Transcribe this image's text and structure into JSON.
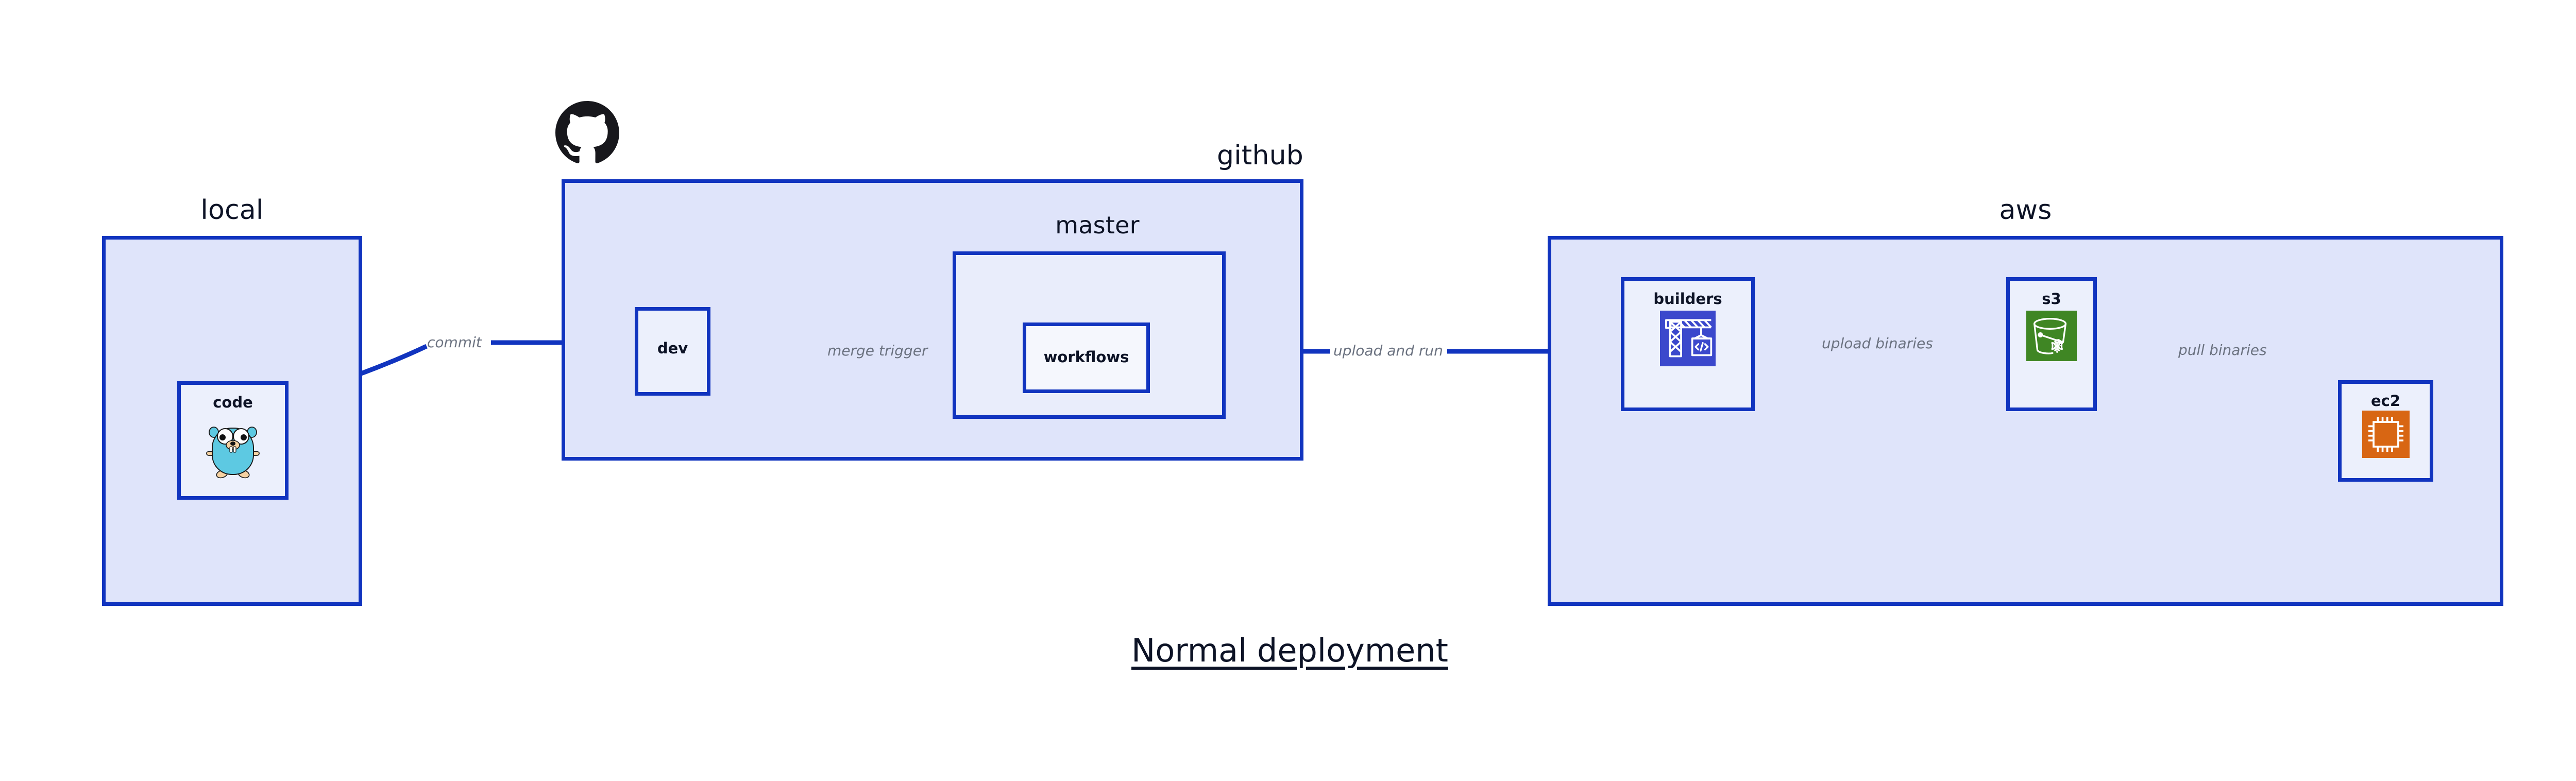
{
  "title": "Normal deployment",
  "groups": [
    {
      "id": "local",
      "label": "local"
    },
    {
      "id": "github",
      "label": "github"
    },
    {
      "id": "aws",
      "label": "aws"
    }
  ],
  "subgroups": [
    {
      "id": "master",
      "label": "master",
      "parent": "github"
    }
  ],
  "nodes": [
    {
      "id": "code",
      "label": "code",
      "group": "local",
      "icon": "go-gopher-icon"
    },
    {
      "id": "dev",
      "label": "dev",
      "group": "github",
      "icon": "none"
    },
    {
      "id": "workflows",
      "label": "workflows",
      "group": "master",
      "icon": "none"
    },
    {
      "id": "builders",
      "label": "builders",
      "group": "aws",
      "icon": "aws-codebuild-crane-icon"
    },
    {
      "id": "s3",
      "label": "s3",
      "group": "aws",
      "icon": "aws-s3-bucket-icon"
    },
    {
      "id": "ec2",
      "label": "ec2",
      "group": "aws",
      "icon": "aws-ec2-chip-icon"
    }
  ],
  "edges": [
    {
      "id": "commit",
      "label": "commit",
      "from": "code",
      "to": "dev"
    },
    {
      "id": "merge-trigger",
      "label": "merge trigger",
      "from": "dev",
      "to": "workflows"
    },
    {
      "id": "upload-run",
      "label": "upload and run",
      "from": "workflows",
      "to": "builders"
    },
    {
      "id": "upload-bin",
      "label": "upload binaries",
      "from": "builders",
      "to": "s3"
    },
    {
      "id": "pull-bin",
      "label": "pull binaries",
      "from": "s3",
      "to": "ec2"
    }
  ],
  "logos": [
    {
      "id": "github-logo",
      "icon": "github-octocat-icon",
      "group": "github"
    }
  ],
  "colors": {
    "edge": "#1134bf",
    "group_border": "#1134bf",
    "group_fill": "#dfe4fa",
    "subgroup_fill": "#e9edfb",
    "node_fill": "#ecf0fc",
    "node_fill_white": "#f5f7fd",
    "text": "#0d1326",
    "edge_label": "#6b7280",
    "builders_icon_bg": "#3b48cc",
    "s3_icon_bg": "#3f8624",
    "ec2_icon_bg": "#d86613",
    "gopher_body": "#5dc9e2",
    "gopher_accent": "#f6d2a2",
    "github_logo": "#17171c",
    "background": "#ffffff"
  }
}
